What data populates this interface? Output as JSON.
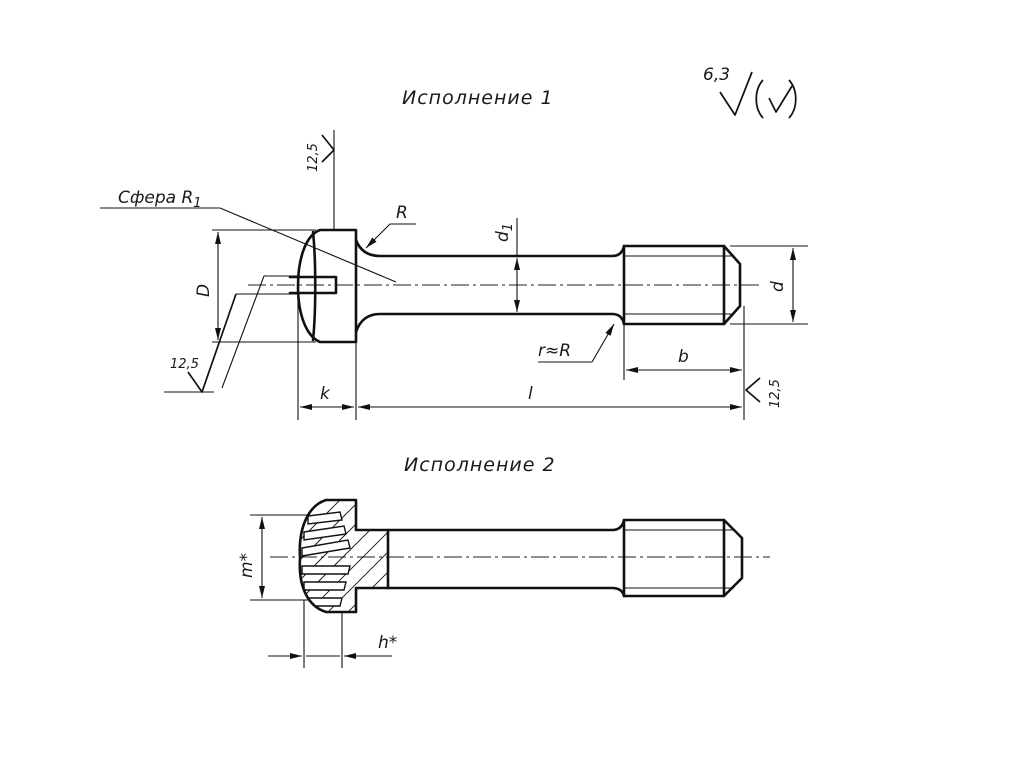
{
  "drawing": {
    "view1_title": "Исполнение 1",
    "view2_title": "Исполнение 2",
    "roughness_general": "6,3",
    "roughness_top": "12,5",
    "roughness_left": "12,5",
    "roughness_right": "12,5",
    "leader_sphere": "Сфера R",
    "leader_sphere_sub": "1",
    "leader_R": "R",
    "leader_r": "r≈R",
    "dim_D": "D",
    "dim_d1": "d",
    "dim_d1_sub": "1",
    "dim_d": "d",
    "dim_b": "b",
    "dim_k": "k",
    "dim_l": "l",
    "dim_m": "m*",
    "dim_h": "h*"
  }
}
